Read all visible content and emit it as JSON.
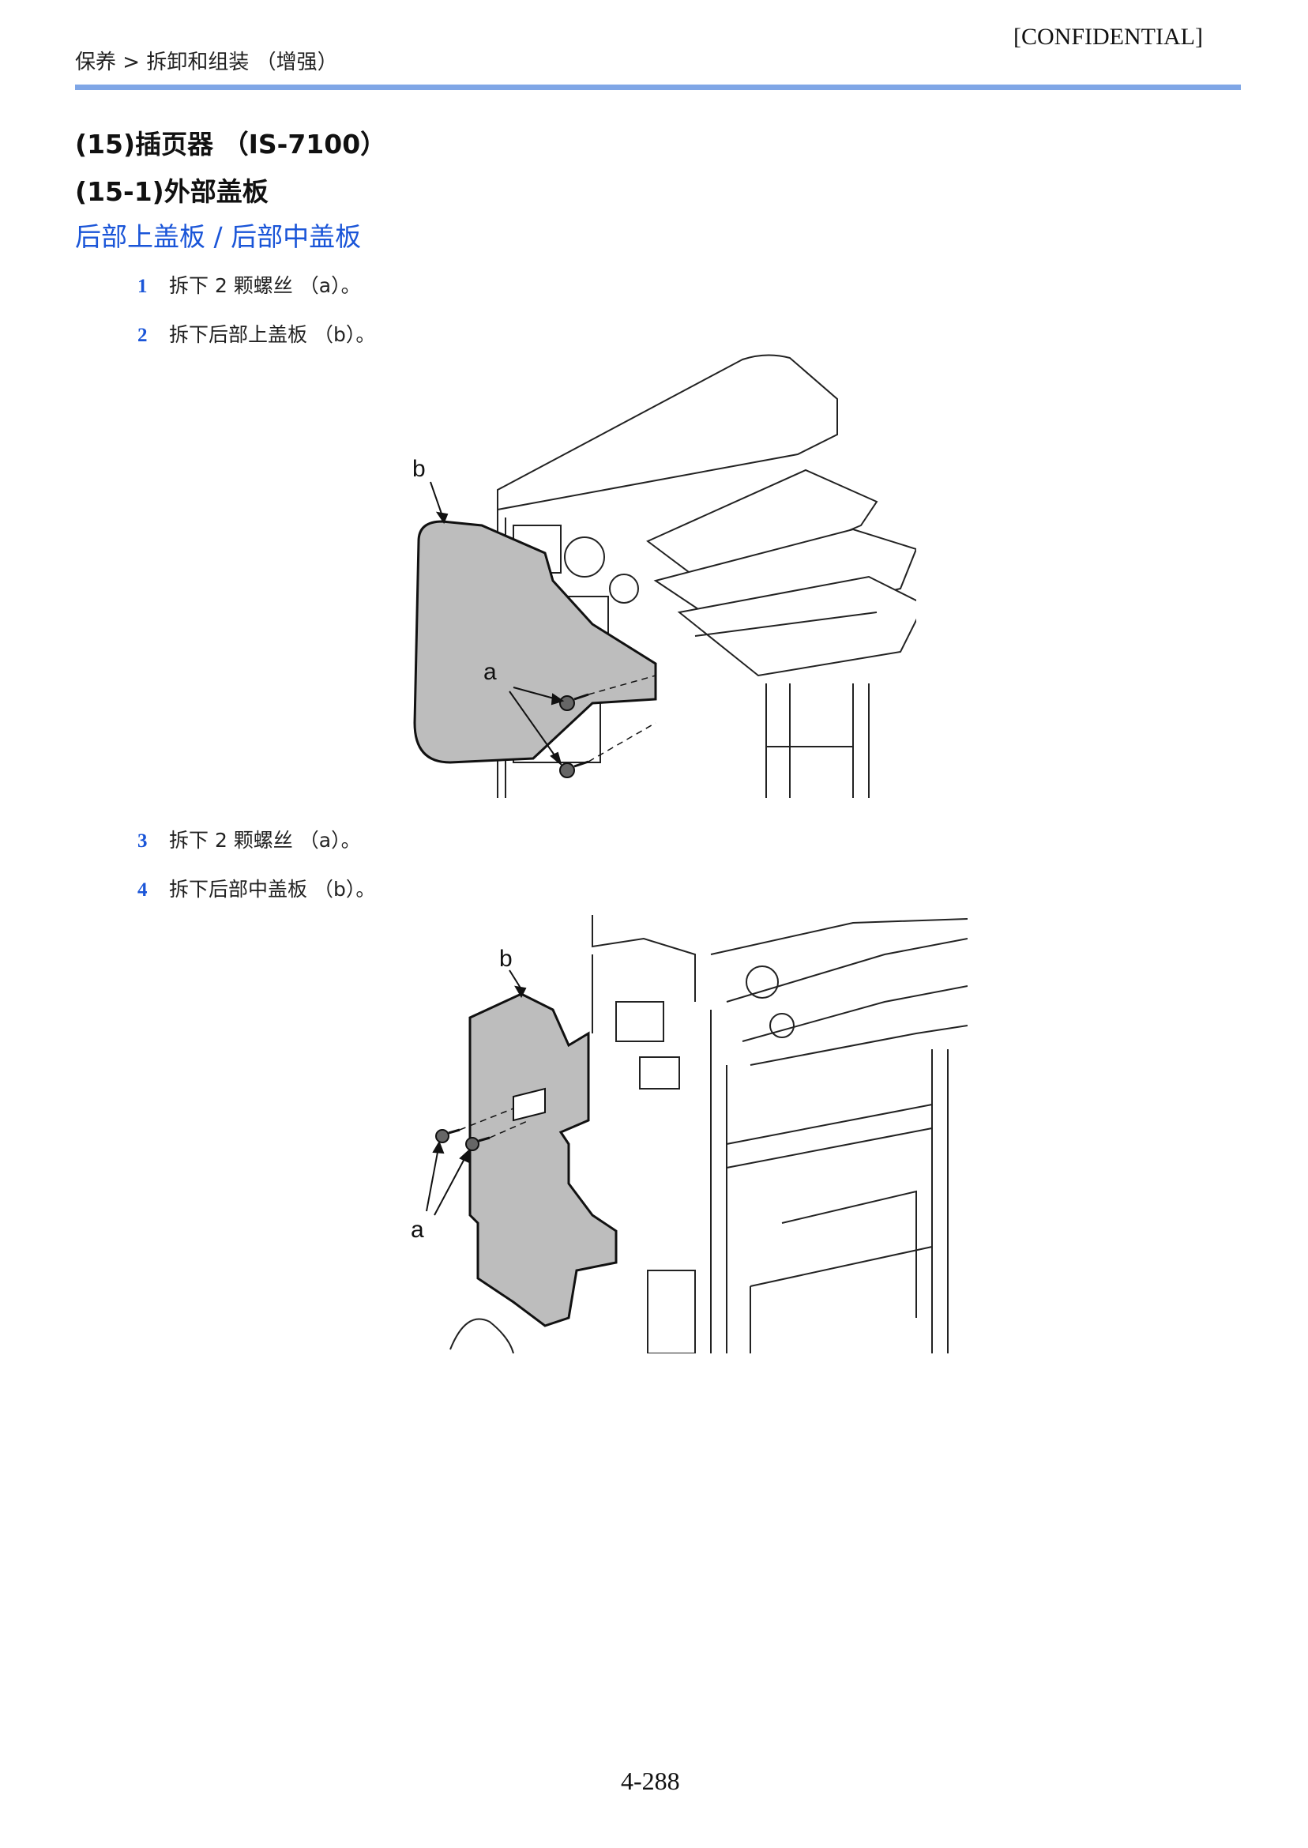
{
  "header": {
    "confidential": "[CONFIDENTIAL]",
    "breadcrumb": "保养 > 拆卸和组装 （增强）"
  },
  "section": {
    "title": "(15)插页器 （IS-7100）",
    "subtitle": "(15-1)外部盖板",
    "topic": "后部上盖板 / 后部中盖板"
  },
  "steps": [
    {
      "num": "1",
      "text": "拆下 2 颗螺丝 （a）。"
    },
    {
      "num": "2",
      "text": "拆下后部上盖板 （b）。"
    },
    {
      "num": "3",
      "text": "拆下 2 颗螺丝 （a）。"
    },
    {
      "num": "4",
      "text": "拆下后部中盖板 （b）。"
    }
  ],
  "figure1": {
    "label_cover": "b",
    "label_screws": "a"
  },
  "figure2": {
    "label_cover": "b",
    "label_screws": "a"
  },
  "footer": {
    "page_number": "4-288"
  }
}
